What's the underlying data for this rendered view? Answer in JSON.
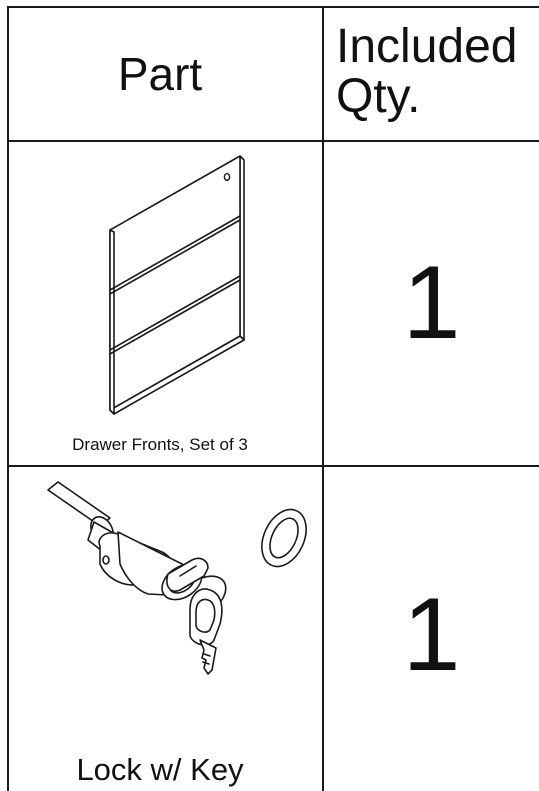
{
  "table": {
    "header": {
      "part_label": "Part",
      "qty_label_line1": "Included",
      "qty_label_line2": "Qty."
    },
    "rows": [
      {
        "part_name": "Drawer Fronts, Set of 3",
        "qty": "1",
        "icon": "drawer-fronts-icon"
      },
      {
        "part_name": "Lock w/ Key",
        "qty": "1",
        "icon": "lock-with-key-icon"
      }
    ]
  },
  "colors": {
    "line": "#1a1a1a",
    "background": "#ffffff"
  }
}
